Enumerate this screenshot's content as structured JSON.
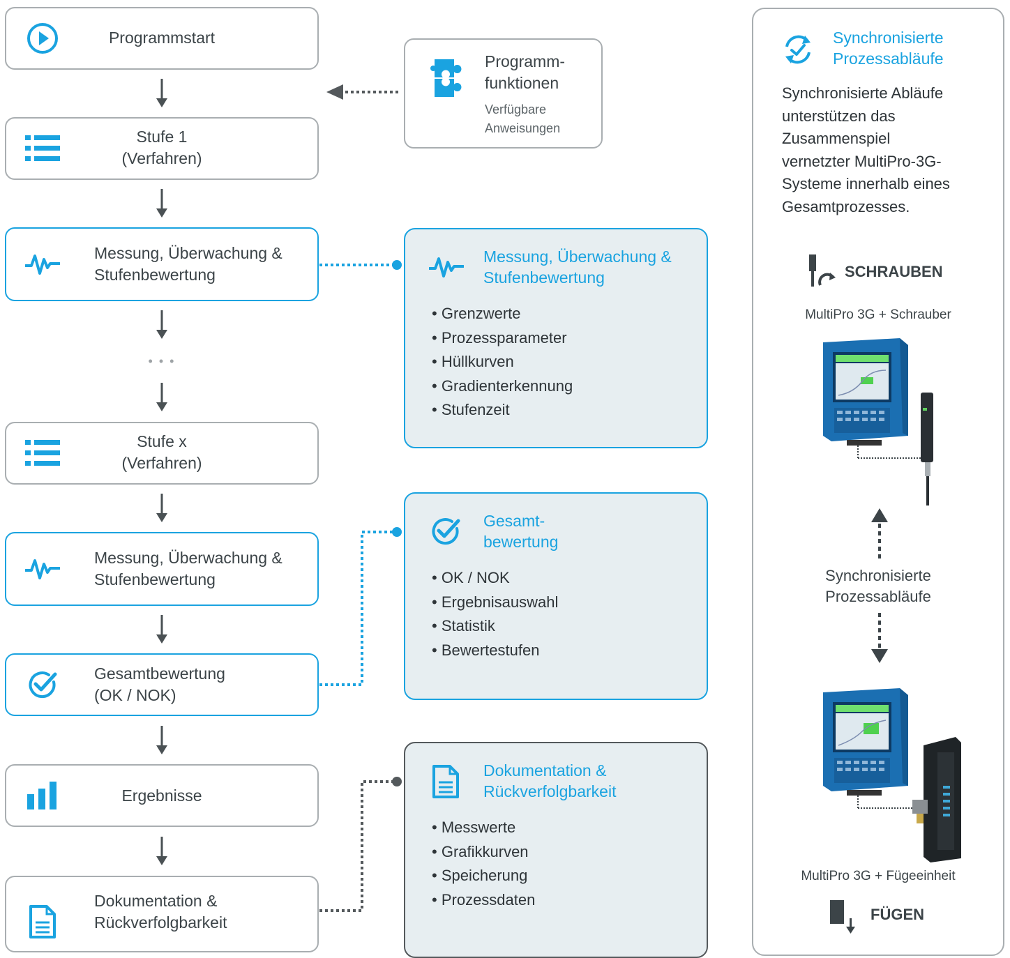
{
  "flow": {
    "program_start": "Programmstart",
    "stage1": [
      "Stufe 1",
      "(Verfahren)"
    ],
    "measure1": [
      "Messung, Überwachung &",
      "Stufenbewertung"
    ],
    "ellipsis": "• • •",
    "stagex": [
      "Stufe x",
      "(Verfahren)"
    ],
    "measure2": [
      "Messung, Überwachung &",
      "Stufenbewertung"
    ],
    "total_eval": [
      "Gesamtbewertung",
      "(OK / NOK)"
    ],
    "results": "Ergebnisse",
    "documentation": [
      "Dokumentation &",
      "Rückverfolgbarkeit"
    ]
  },
  "functions_box": {
    "title": [
      "Programm-",
      "funktionen"
    ],
    "subtitle": [
      "Verfügbare",
      "Anweisungen"
    ]
  },
  "panels": [
    {
      "title": [
        "Messung, Überwachung &",
        "Stufenbewertung"
      ],
      "items": [
        "Grenzwerte",
        "Prozessparameter",
        "Hüllkurven",
        "Gradienterkennung",
        "Stufenzeit"
      ]
    },
    {
      "title": [
        "Gesamt-",
        "bewertung"
      ],
      "items": [
        "OK / NOK",
        "Ergebnisauswahl",
        "Statistik",
        "Bewertestufen"
      ]
    },
    {
      "title": [
        "Dokumentation &",
        "Rückverfolgbarkeit"
      ],
      "items": [
        "Messwerte",
        "Grafikkurven",
        "Speicherung",
        "Prozessdaten"
      ]
    }
  ],
  "sidebar": {
    "title": [
      "Synchronisierte",
      "Prozessabläufe"
    ],
    "description": [
      "Synchronisierte Abläufe",
      "unterstützen das",
      "Zusammenspiel",
      "vernetzter MultiPro-3G-",
      "Systeme innerhalb eines",
      "Gesamtprozesses."
    ],
    "screwing_label": "SCHRAUBEN",
    "screwing_caption": "MultiPro 3G + Schrauber",
    "sync_label": [
      "Synchronisierte",
      "Prozessabläufe"
    ],
    "joining_caption": "MultiPro 3G + Fügeeinheit",
    "joining_label": "FÜGEN"
  },
  "colors": {
    "accent": "#1aa3e0",
    "text": "#3c4448",
    "panel_bg": "#e7eef1",
    "border_gray": "#a9aeb1",
    "arrow": "#4a5154"
  }
}
